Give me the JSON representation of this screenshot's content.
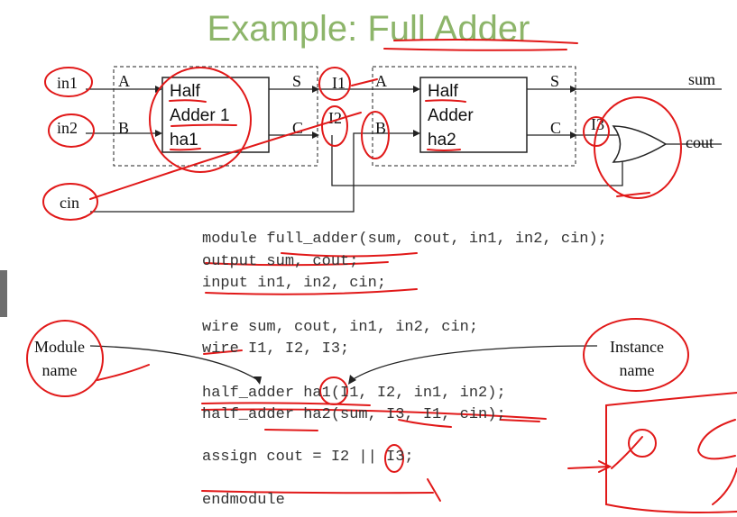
{
  "title": "Example: Full Adder",
  "diagram": {
    "inputs": {
      "in1": "in1",
      "in2": "in2",
      "cin": "cin"
    },
    "outputs": {
      "sum": "sum",
      "cout": "cout"
    },
    "ha1": {
      "port_a": "A",
      "port_b": "B",
      "port_s": "S",
      "port_c": "C",
      "line1": "Half",
      "line2": "Adder 1",
      "line3": "ha1"
    },
    "ha2": {
      "port_a": "A",
      "port_b": "B",
      "port_s": "S",
      "port_c": "C",
      "line1": "Half",
      "line2": "Adder",
      "line3": "ha2"
    },
    "wires": {
      "i1": "I1",
      "i2": "I2",
      "i3": "I3"
    }
  },
  "code": {
    "line1": "module full_adder(sum, cout, in1, in2, cin);",
    "line2": "output sum, cout;",
    "line3": "input in1, in2, cin;",
    "line4": "wire sum, cout, in1, in2, cin;",
    "line5": "wire I1, I2, I3;",
    "line6": "half_adder ha1(I1, I2, in1, in2);",
    "line7": "half_adder ha2(sum, I3, I1, cin);",
    "line8": "assign cout = I2 || I3;",
    "line9": "endmodule"
  },
  "annotations": {
    "module_name": {
      "line1": "Module",
      "line2": "name"
    },
    "instance_name": {
      "line1": "Instance",
      "line2": "name"
    }
  },
  "colors": {
    "title": "#8db56a",
    "ink": "#e11919",
    "line": "#222222"
  }
}
